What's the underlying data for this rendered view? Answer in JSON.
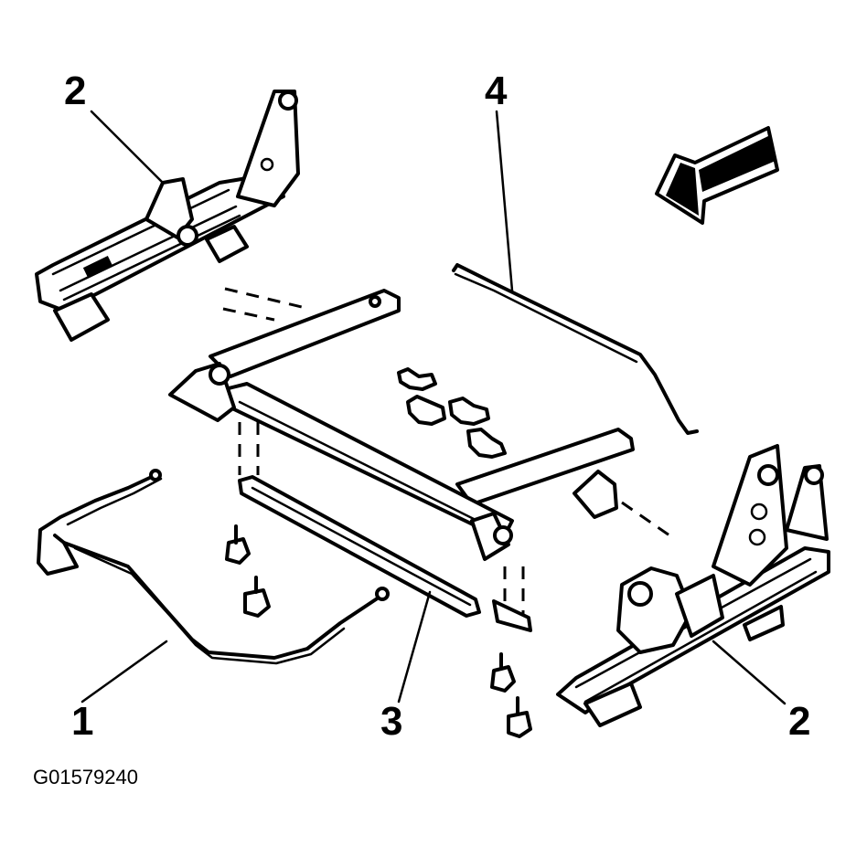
{
  "callouts": {
    "rod": "1",
    "seat_track_left": "2",
    "seat_track_right": "2",
    "tie_bar": "3",
    "link_rod": "4"
  },
  "figure_id": "G01579240",
  "colors": {
    "ink": "#000000",
    "background": "#ffffff"
  },
  "icons": {
    "direction_arrow": "front-direction-arrow-icon"
  }
}
